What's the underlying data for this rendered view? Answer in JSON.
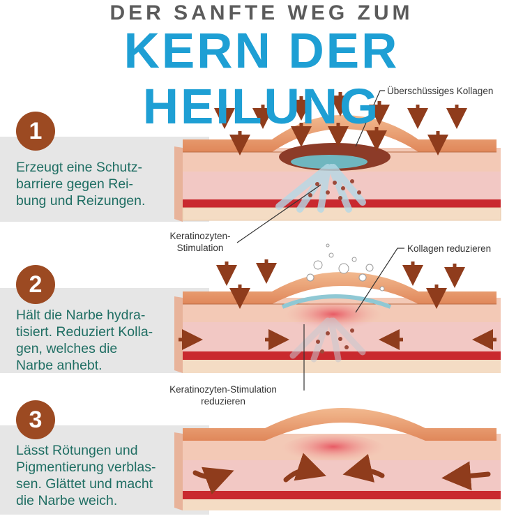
{
  "header": {
    "subtitle": "DER SANFTE WEG ZUM",
    "title": "KERN DER HEILUNG"
  },
  "steps": [
    {
      "number": "1",
      "lines": [
        "Erzeugt eine Schutz-",
        "barriere gegen Rei-",
        "bung und Reizungen."
      ]
    },
    {
      "number": "2",
      "lines": [
        "Hält die Narbe hydra-",
        "tisiert. Reduziert Kolla-",
        "gen, welches die",
        "Narbe anhebt."
      ]
    },
    {
      "number": "3",
      "lines": [
        "Lässt Rötungen und",
        "Pigmentierung verblas-",
        "sen. Glättet und macht",
        "die Narbe weich."
      ]
    }
  ],
  "labels": {
    "collagen_excess": "Überschüssiges Kollagen",
    "keratinocyte_1a": "Keratinozyten-",
    "keratinocyte_1b": "Stimulation",
    "collagen_reduce": "Kollagen reduzieren",
    "keratinocyte_2a": "Keratinozyten-Stimulation",
    "keratinocyte_2b": "reduzieren"
  },
  "colors": {
    "title_blue": "#1e9fd4",
    "badge": "#9c4a22",
    "text_teal": "#1f6e63",
    "arrow": "#8f3c1c",
    "band": "#e6e6e6"
  }
}
